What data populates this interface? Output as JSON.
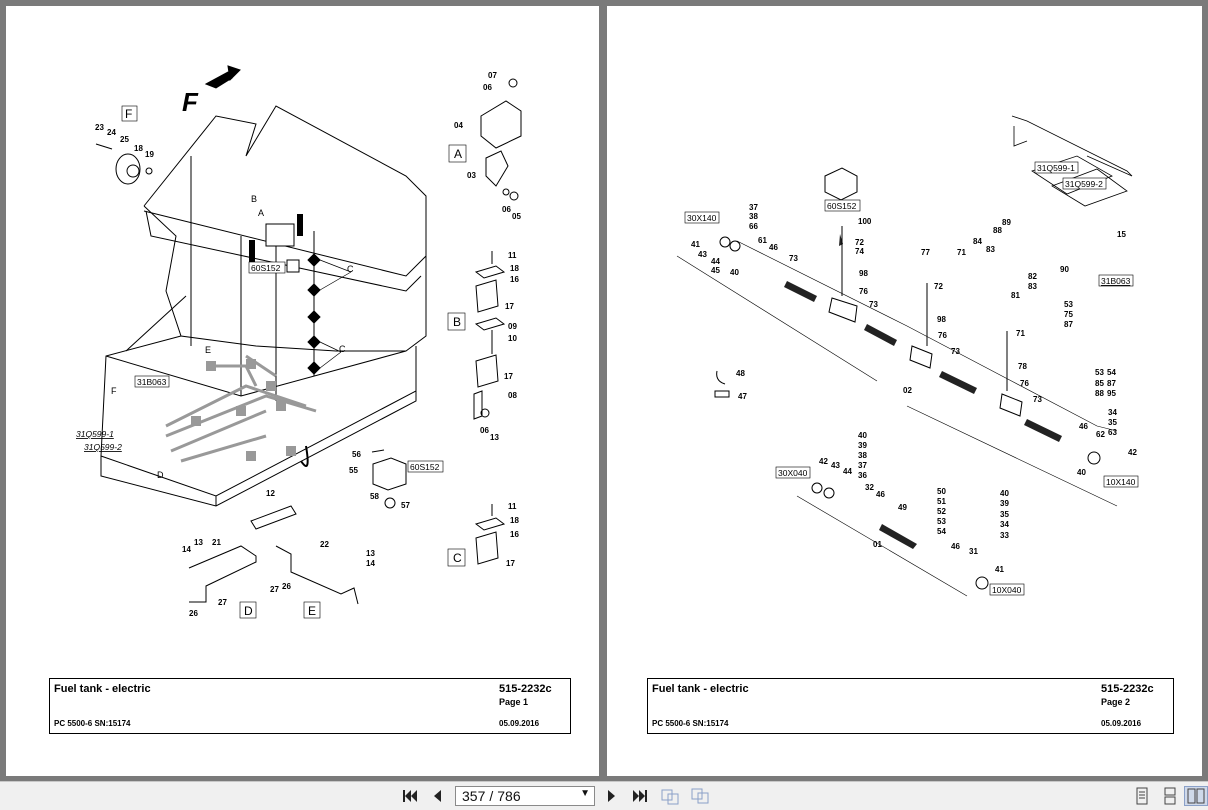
{
  "pages": [
    {
      "title": "Fuel tank - electric",
      "doc_no": "515-2232c",
      "page_label": "Page 1",
      "machine": "PC 5500-6 SN:15174",
      "date": "05.09.2016",
      "callouts": {
        "f_top": "F",
        "B": "B",
        "A": "A",
        "C1": "C",
        "C2": "C",
        "E": "E",
        "F": "F",
        "D": "D",
        "ref_60S152": "60S152",
        "ref_31B063": "31B063",
        "ref_31Q599_1": "31Q599-1",
        "ref_31Q599_2": "31Q599-2",
        "boxA": "A",
        "boxB": "B",
        "boxC": "C",
        "boxF": "F",
        "boxD": "D",
        "boxE": "E",
        "n23": "23",
        "n24": "24",
        "n25": "25",
        "n18": "18",
        "n19": "19",
        "n07": "07",
        "n06a": "06",
        "n04": "04",
        "n03": "03",
        "n06b": "06",
        "n05": "05",
        "n11a": "11",
        "n18b": "18",
        "n16a": "16",
        "n17a": "17",
        "n09": "09",
        "n10": "10",
        "n17b": "17",
        "n08": "08",
        "n06c": "06",
        "n13a": "13",
        "n11b": "11",
        "n18c": "18",
        "n16b": "16",
        "n17c": "17",
        "n56": "56",
        "n55": "55",
        "n58": "58",
        "n57": "57",
        "ref_60S152b": "60S152",
        "n12": "12",
        "n13b": "13",
        "n21": "21",
        "n14a": "14",
        "n27a": "27",
        "n26a": "26",
        "n22": "22",
        "n13c": "13",
        "n14b": "14",
        "n27b": "27",
        "n26b": "26"
      }
    },
    {
      "title": "Fuel tank - electric",
      "doc_no": "515-2232c",
      "page_label": "Page 2",
      "machine": "PC 5500-6 SN:15174",
      "date": "05.09.2016",
      "callouts": {
        "ref_60S152": "60S152",
        "ref_30X140": "30X140",
        "ref_31Q599_1": "31Q599-1",
        "ref_31Q599_2": "31Q599-2",
        "ref_31B063": "31B063",
        "ref_30X040": "30X040",
        "ref_10X140": "10X140",
        "ref_10X040": "10X040",
        "n100": "100",
        "n72a": "72",
        "n74": "74",
        "n98a": "98",
        "n76a": "76",
        "n73a": "73",
        "n37": "37",
        "n38": "38",
        "n66": "66",
        "n61": "61",
        "n46a": "46",
        "n41a": "41",
        "n43a": "43",
        "n44a": "44",
        "n45": "45",
        "n40a": "40",
        "n73b": "73",
        "n89": "89",
        "n88a": "88",
        "n77": "77",
        "n71a": "71",
        "n84": "84",
        "n83a": "83",
        "n15": "15",
        "n90": "90",
        "n82": "82",
        "n83b": "83",
        "n81": "81",
        "n53a": "53",
        "n75": "75",
        "n87a": "87",
        "n72b": "72",
        "n98b": "98",
        "n76b": "76",
        "n73c": "73",
        "n71b": "71",
        "n78": "78",
        "n76c": "76",
        "n73d": "73",
        "n48": "48",
        "n47": "47",
        "n02": "02",
        "n53b": "53",
        "n54a": "54",
        "n85": "85",
        "n87b": "87",
        "n88b": "88",
        "n95": "95",
        "n34a": "34",
        "n35a": "35",
        "n63": "63",
        "n46b": "46",
        "n62": "62",
        "n40b": "40",
        "n42a": "42",
        "n40c": "40",
        "n39a": "39",
        "n38b": "38",
        "n37b": "37",
        "n36": "36",
        "n42b": "42",
        "n43b": "43",
        "n44b": "44",
        "n32": "32",
        "n46c": "46",
        "n49": "49",
        "n01": "01",
        "n50": "50",
        "n51": "51",
        "n52": "52",
        "n53c": "53",
        "n54b": "54",
        "n46d": "46",
        "n31": "31",
        "n41b": "41",
        "n40d": "40",
        "n39b": "39",
        "n35b": "35",
        "n34b": "34",
        "n33": "33"
      }
    }
  ],
  "toolbar": {
    "current_page": "357",
    "separator": "/",
    "total_pages": "786",
    "icons": [
      "first-page-icon",
      "prev-page-icon",
      "next-page-icon",
      "last-page-icon",
      "rotate-icon",
      "compare-icon",
      "single-page-view-icon",
      "continuous-view-icon",
      "two-page-view-icon"
    ]
  }
}
